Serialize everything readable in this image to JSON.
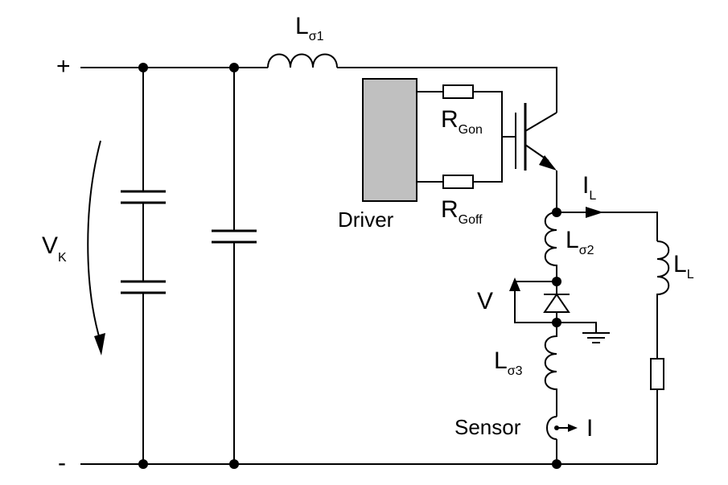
{
  "terminals": {
    "plus": "+",
    "minus": "-"
  },
  "voltage": {
    "main": "V",
    "sub": "K"
  },
  "inductors": {
    "ls1": {
      "main": "L",
      "sub": "σ1"
    },
    "ls2": {
      "main": "L",
      "sub": "σ2"
    },
    "ls3": {
      "main": "L",
      "sub": "σ3"
    },
    "load": {
      "main": "L",
      "sub": "L"
    }
  },
  "resistors": {
    "gon": {
      "main": "R",
      "sub": "Gon"
    },
    "goff": {
      "main": "R",
      "sub": "Goff"
    }
  },
  "driver": {
    "label": "Driver",
    "fill": "#c0c0c0"
  },
  "current_load": {
    "main": "I",
    "sub": "L"
  },
  "diode_voltage": "V",
  "sensor": {
    "label": "Sensor",
    "output": "I"
  },
  "colors": {
    "wire": "#000000",
    "driver_fill": "#c0c0c0",
    "background": "#ffffff"
  }
}
